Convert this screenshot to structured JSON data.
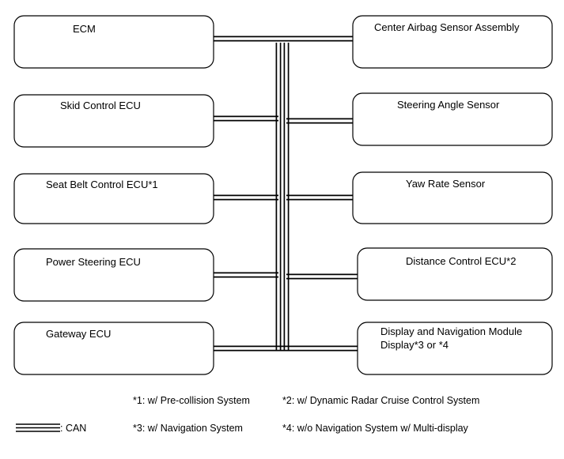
{
  "left_units": [
    {
      "label": "ECM"
    },
    {
      "label": "Skid Control ECU"
    },
    {
      "label": "Seat Belt Control ECU*1"
    },
    {
      "label": "Power Steering ECU"
    },
    {
      "label": "Gateway ECU"
    }
  ],
  "right_units": [
    {
      "label": "Center Airbag Sensor Assembly"
    },
    {
      "label": "Steering Angle Sensor"
    },
    {
      "label": "Yaw Rate Sensor"
    },
    {
      "label": "Distance Control ECU*2"
    },
    {
      "label": "Display and Navigation Module",
      "label2": "Display*3 or *4"
    }
  ],
  "legend": {
    "can_label": ": CAN"
  },
  "notes": {
    "n1": "*1: w/ Pre-collision System",
    "n2": "*2: w/ Dynamic Radar Cruise Control System",
    "n3": "*3: w/ Navigation System",
    "n4": "*4: w/o Navigation System w/ Multi-display"
  }
}
